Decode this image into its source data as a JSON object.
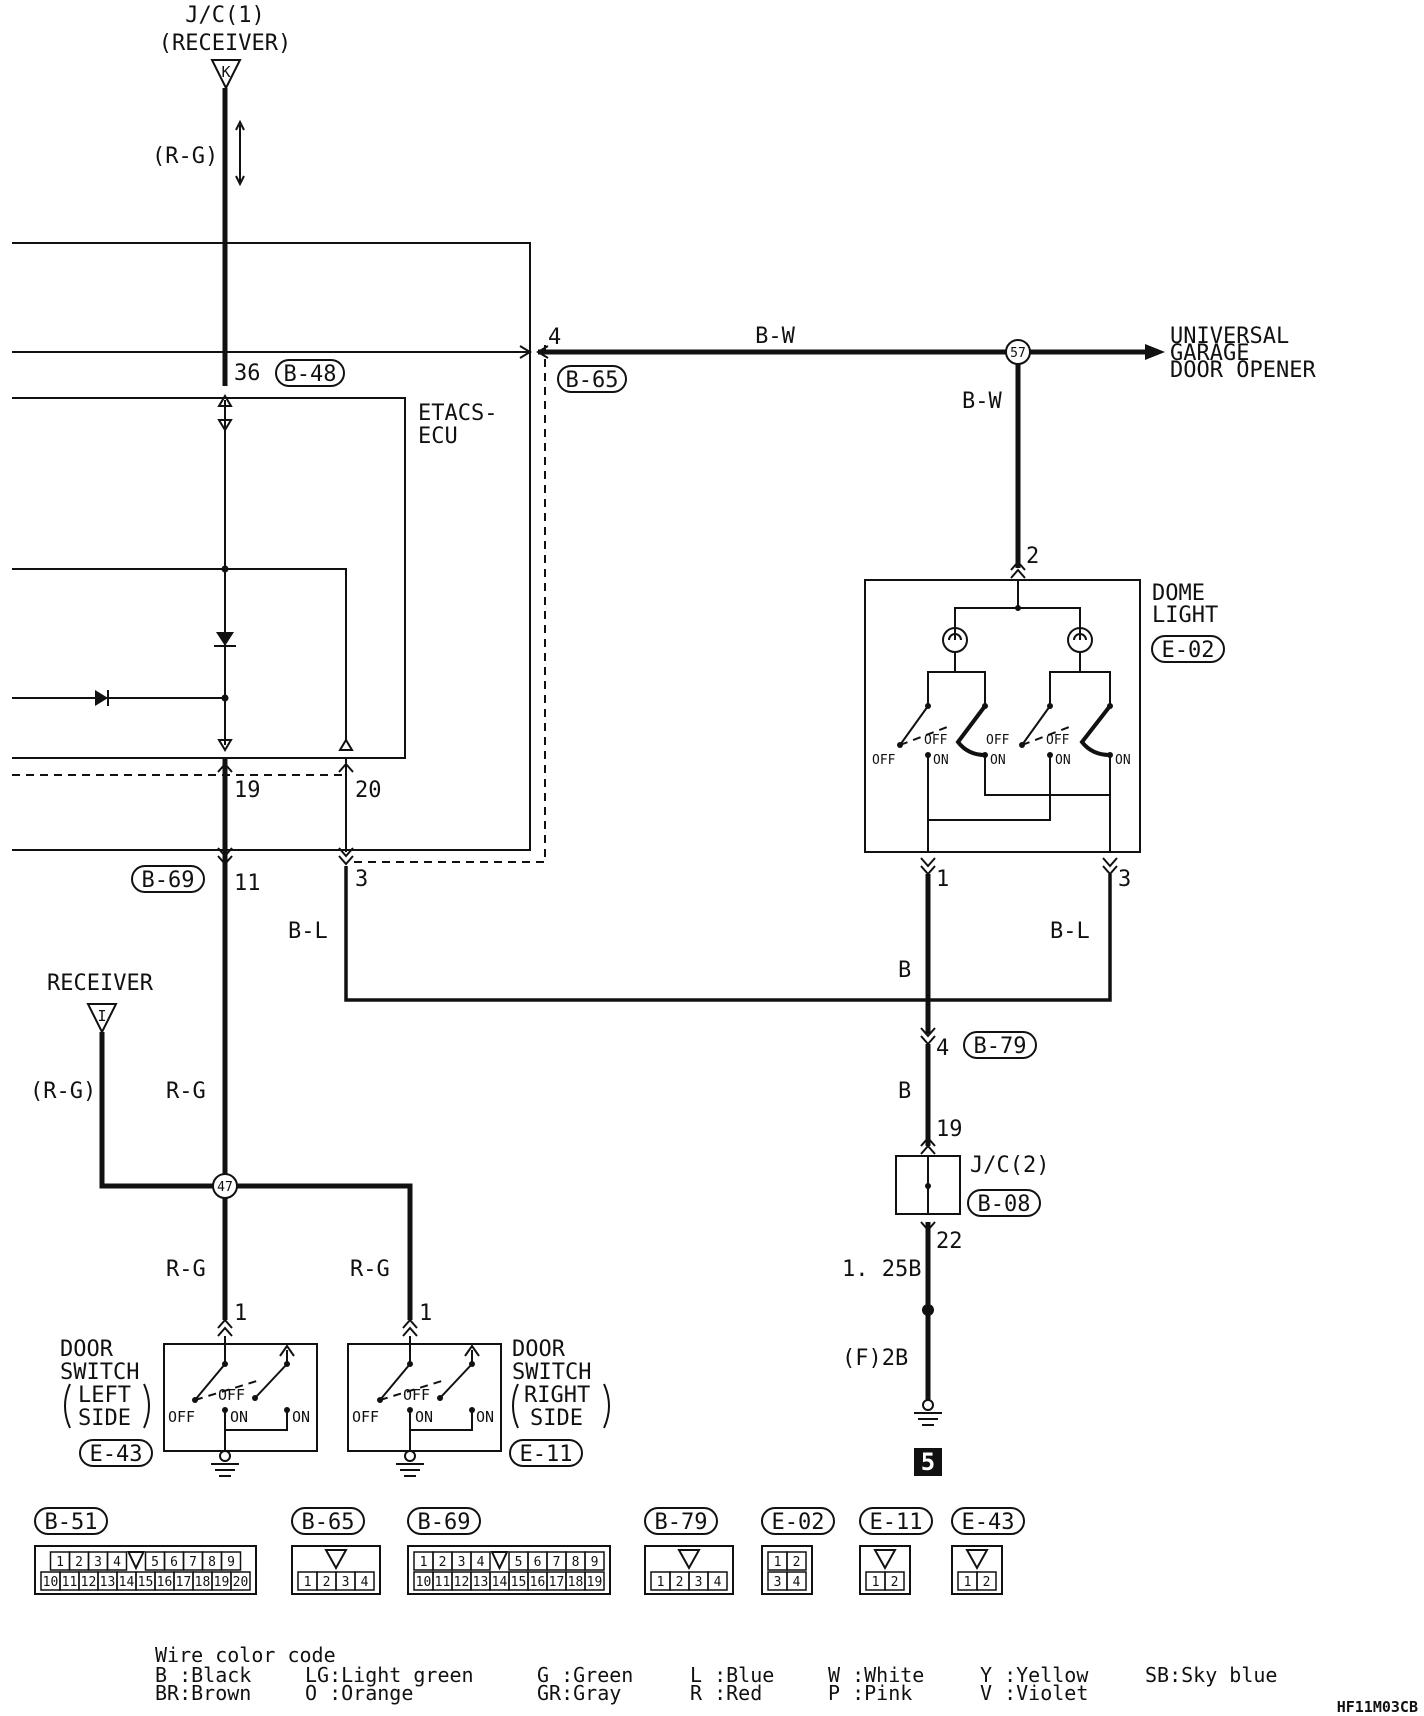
{
  "receiver_top": {
    "line1": "J/C(1)",
    "line2": "(RECEIVER)",
    "terminal": "K",
    "wire": "(R-G)"
  },
  "etacs": {
    "line1": "ETACS-",
    "line2": "ECU",
    "pin36": "36",
    "conn_b48": "B-48",
    "pin4": "4",
    "conn_b65": "B-65",
    "pin19": "19",
    "pin20": "20",
    "pin11": "11",
    "pin3": "3",
    "conn_b69": "B-69"
  },
  "wires": {
    "bw_top": "B-W",
    "bw_down": "B-W",
    "bl_left": "B-L",
    "bl_right": "B-L",
    "b1": "B",
    "b2": "B",
    "rg_main": "R-G",
    "rg_recv": "(R-G)",
    "rg_left": "R-G",
    "rg_right": "R-G",
    "b125": "1. 25B",
    "f2b": "(F)2B"
  },
  "splices": {
    "s57": "57",
    "s47": "47"
  },
  "garage": {
    "line1": "UNIVERSAL",
    "line2": "GARAGE",
    "line3": "DOOR OPENER"
  },
  "dome": {
    "line1": "DOME",
    "line2": "LIGHT",
    "conn": "E-02",
    "pin2": "2",
    "pin1": "1",
    "pin3": "3",
    "off": "OFF",
    "on": "ON"
  },
  "b79": {
    "pin4": "4",
    "conn": "B-79"
  },
  "jc2": {
    "label": "J/C(2)",
    "conn": "B-08",
    "pin19": "19",
    "pin22": "22"
  },
  "ground_ref": "5",
  "receiver_left": {
    "label": "RECEIVER",
    "terminal": "I"
  },
  "door_left": {
    "line1": "DOOR",
    "line2": "SWITCH",
    "line3": "LEFT",
    "line4": "SIDE",
    "conn": "E-43",
    "pin": "1"
  },
  "door_right": {
    "line1": "DOOR",
    "line2": "SWITCH",
    "line3": "RIGHT",
    "line4": "SIDE",
    "conn": "E-11",
    "pin": "1"
  },
  "switch_labels": {
    "off": "OFF",
    "on": "ON"
  },
  "connector_views": [
    {
      "id": "B-51",
      "row1": [
        "1",
        "2",
        "3",
        "4",
        "",
        "5",
        "6",
        "7",
        "8",
        "9"
      ],
      "row2": [
        "10",
        "11",
        "12",
        "13",
        "14",
        "15",
        "16",
        "17",
        "18",
        "19",
        "20"
      ]
    },
    {
      "id": "B-65",
      "row1": [],
      "row2": [
        "1",
        "2",
        "3",
        "4"
      ]
    },
    {
      "id": "B-69",
      "row1": [
        "1",
        "2",
        "3",
        "4",
        "",
        "5",
        "6",
        "7",
        "8",
        "9"
      ],
      "row2": [
        "10",
        "11",
        "12",
        "13",
        "14",
        "15",
        "16",
        "17",
        "18",
        "19"
      ]
    },
    {
      "id": "B-79",
      "row1": [],
      "row2": [
        "1",
        "2",
        "3",
        "4"
      ]
    },
    {
      "id": "E-02",
      "row1": [
        "1",
        "2"
      ],
      "row2": [
        "3",
        "4"
      ]
    },
    {
      "id": "E-11",
      "row1": [],
      "row2": [
        "1",
        "2"
      ]
    },
    {
      "id": "E-43",
      "row1": [],
      "row2": [
        "1",
        "2"
      ]
    }
  ],
  "color_code": {
    "title": "Wire color code",
    "items": [
      [
        "B :Black",
        "BR:Brown"
      ],
      [
        "LG:Light green",
        "O :Orange"
      ],
      [
        "G :Green",
        "GR:Gray"
      ],
      [
        "L :Blue",
        "R :Red"
      ],
      [
        "W :White",
        "P :Pink"
      ],
      [
        "Y :Yellow",
        "V :Violet"
      ],
      [
        "SB:Sky blue",
        ""
      ]
    ]
  },
  "figure_code": "HF11M03CB"
}
